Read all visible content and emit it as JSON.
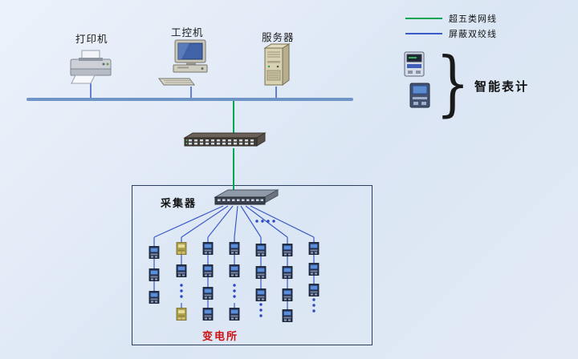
{
  "legend": {
    "items": [
      {
        "label": "超五类网线",
        "color": "#00a651"
      },
      {
        "label": "屏蔽双绞线",
        "color": "#3a5bc7"
      }
    ]
  },
  "devices": {
    "printer": "打印机",
    "industrial_pc": "工控机",
    "server": "服务器"
  },
  "smart_meter_group": {
    "label": "智能表计"
  },
  "collector": {
    "label": "采集器"
  },
  "substation": {
    "label": "变电所"
  },
  "colors": {
    "background": "#dde8f6",
    "bus_line": "#6e95c6",
    "network_cable_green": "#00a651",
    "twisted_pair_blue": "#3a5bc7",
    "substation_text": "#cc1111",
    "box_border": "#2e3e5e"
  }
}
